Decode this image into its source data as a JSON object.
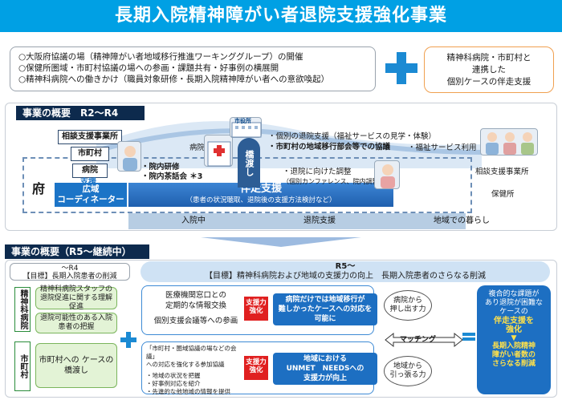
{
  "title": "長期入院精神障がい者退院支援強化事業",
  "aims": [
    "○大阪府協議の場（精神障がい者地域移行推進ワーキンググループ）の開催",
    "○保健所圏域・市町村協議の場への参画・課題共有・好事例の横展開",
    "○精神科病院への働きかけ（職員対象研修・長期入院精神障がい者への意欲喚起）"
  ],
  "right_box": [
    "精神科病院・市町村と",
    "連携した",
    "個別ケースの伴走支援"
  ],
  "section1": {
    "label": "事業の概要　R2～R4",
    "left_labels": [
      "相談支援事業所",
      "市町村",
      "病院",
      "支援"
    ],
    "fu": "府",
    "coordinator": [
      "広域",
      "コーディネーター"
    ],
    "hospital_word": "病院",
    "hospital_acts": [
      "・院内研修",
      "・院内茶話会 ＊3"
    ],
    "bansou_title": "伴走支援",
    "bansou_sub": "（患者の状況聴取、退院後の支援方法検討など）",
    "bridge": "橋渡し",
    "city_hall": "市役所",
    "bullets_top": [
      "・個別の退院支援（福祉サービスの見学・体験）",
      "・市町村の地域移行部会等での協議",
      "・福祉サービス利用"
    ],
    "bullets_mid": [
      "・退院に向けた調整",
      "（個別カンファレンス、院内調整等）"
    ],
    "right_labels": [
      "相談支援事業所",
      "保健所"
    ],
    "axis": [
      "入院中",
      "退院支援",
      "地域での暮らし"
    ]
  },
  "section2": {
    "label": "事業の概要（R5～継続中）",
    "r4_head": [
      "～R4",
      "【目標】長期入院患者の削減"
    ],
    "r5_head": [
      "R5～",
      "【目標】精神科病院および地域の支援力の向上　長期入院患者のさらなる削減"
    ],
    "v1": "精神科病院",
    "v2": "市町村",
    "g1": "精神科病院スタッフの退院促進に関する理解促進",
    "g2": "退院可能性のある入院患者の把握",
    "g3": "市町村への ケースの橋渡し",
    "mid1": [
      "医療機関窓口との",
      "定期的な情報交換",
      "",
      "個別支援会議等への参画"
    ],
    "mid2": [
      "「市町村・圏域協議の場などの会議」",
      "への対応を強化する参加協議",
      "",
      "・地域の状況を把握",
      "・好事例対応を紹介",
      "・先進的な他地域の情報を提供"
    ],
    "tag": "支援力強化",
    "blue1": [
      "病院だけでは地域移行が",
      "難しかったケースへの対応を",
      "可能に"
    ],
    "blue2": [
      "地域における",
      "UNMET　NEEDSへの",
      "支援力が向上"
    ],
    "oval1": [
      "病院から",
      "押し出す力"
    ],
    "oval2": [
      "地域から",
      "引っ張る力"
    ],
    "matching": "マッチング",
    "final": [
      "複合的な課題が",
      "あり退院が困難な",
      "ケースの",
      "伴走支援を",
      "強化",
      "",
      "長期入院精神",
      "障がい者数の",
      "さらなる削減"
    ]
  },
  "colors": {
    "title_bg": "#00a0e4",
    "navy": "#0d2a4d",
    "blue": "#1d6fc2",
    "red": "#e02020",
    "green": "#e3f3d6"
  }
}
